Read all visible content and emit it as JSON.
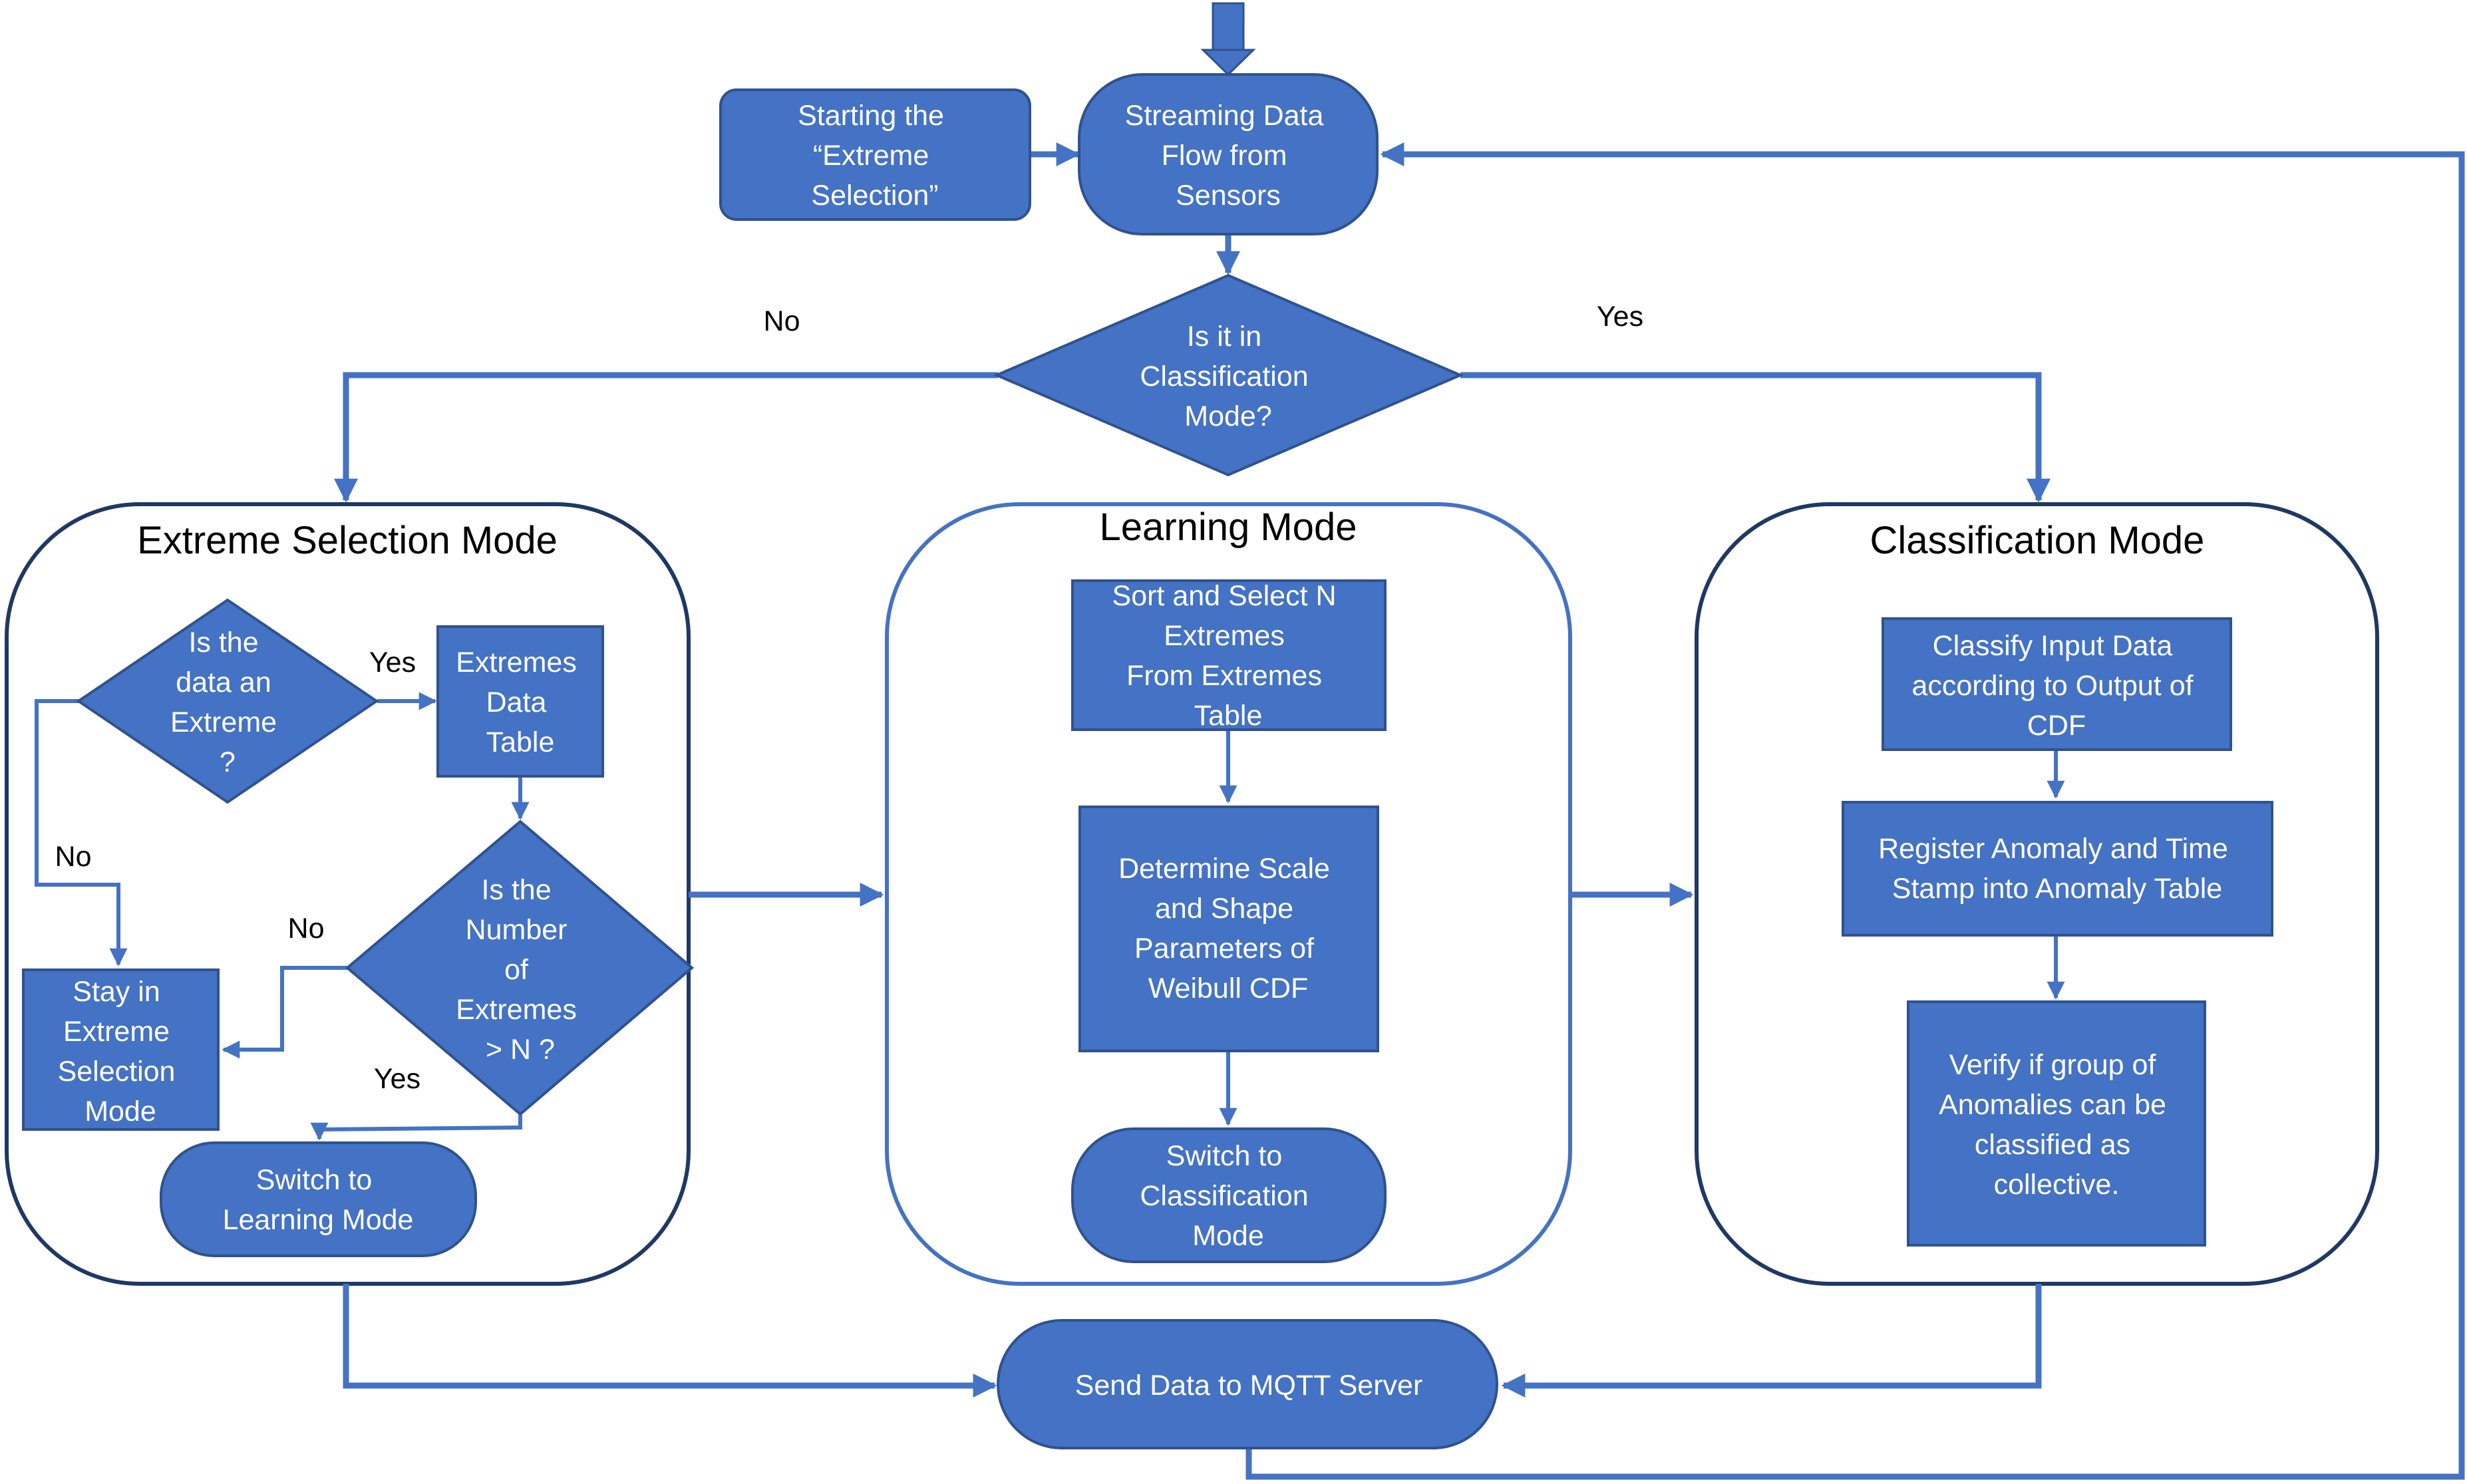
{
  "colors": {
    "node_fill": "#4472C4",
    "node_stroke": "#2F528F",
    "arrow": "#4472C4",
    "container_dark": "#1F3864",
    "container_blue": "#4472C4",
    "node_text": "#ffffff",
    "label_text": "#000000"
  },
  "top": {
    "start_box": [
      "Starting the",
      "“Extreme",
      "Selection”"
    ],
    "streaming": [
      "Streaming Data",
      "Flow from",
      "Sensors"
    ],
    "decision": [
      "Is it in",
      "Classification",
      "Mode?"
    ],
    "label_no": "No",
    "label_yes": "Yes"
  },
  "extreme_selection": {
    "title": "Extreme Selection Mode",
    "is_extreme": [
      "Is the",
      "data an",
      "Extreme",
      "?"
    ],
    "extremes_table": [
      "Extremes",
      "Data",
      "Table"
    ],
    "number_check": [
      "Is the",
      "Number",
      "of",
      "Extremes",
      "> N ?"
    ],
    "stay": [
      "Stay in",
      "Extreme",
      "Selection",
      "Mode"
    ],
    "switch_learning": [
      "Switch to",
      "Learning Mode"
    ],
    "yes1": "Yes",
    "no1": "No",
    "no2": "No",
    "yes2": "Yes"
  },
  "learning": {
    "title": "Learning Mode",
    "sort_select": [
      "Sort and Select N",
      "Extremes",
      "From Extremes",
      "Table"
    ],
    "determine": [
      "Determine Scale",
      "and Shape",
      "Parameters of",
      "Weibull CDF"
    ],
    "switch_classification": [
      "Switch to",
      "Classification",
      "Mode"
    ]
  },
  "classification": {
    "title": "Classification Mode",
    "classify": [
      "Classify Input Data",
      "according to Output of",
      "CDF"
    ],
    "register": [
      "Register Anomaly and Time",
      "Stamp into Anomaly Table"
    ],
    "verify": [
      "Verify if group of",
      "Anomalies can be",
      "classified as",
      "collective."
    ]
  },
  "bottom": {
    "send": "Send Data to MQTT Server"
  }
}
